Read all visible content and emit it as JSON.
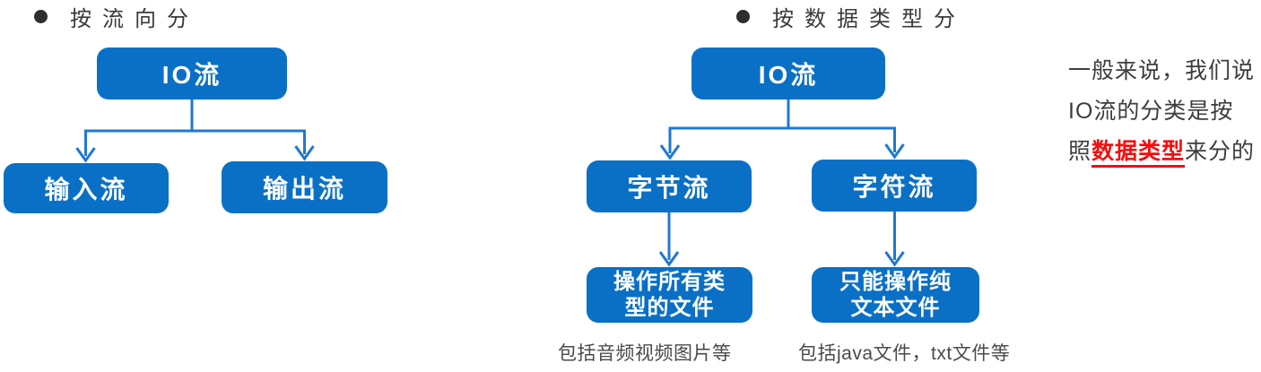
{
  "colors": {
    "node_blue": "#0a70c6",
    "connector_blue": "#1f78d4",
    "heading_text": "#3a3a3a",
    "caption_text": "#4a4a4a",
    "note_text": "#3d3d3d",
    "highlight_red": "#f50d0d",
    "node_text": "#ffffff"
  },
  "left_section": {
    "heading": "按流向分",
    "root_label": "IO流",
    "children": [
      "输入流",
      "输出流"
    ]
  },
  "right_section": {
    "heading": "按数据类型分",
    "root_label": "IO流",
    "children": [
      "字节流",
      "字符流"
    ],
    "leaf_nodes": [
      {
        "lines": [
          "操作所有类",
          "型的文件"
        ]
      },
      {
        "lines": [
          "只能操作纯",
          "文本文件"
        ]
      }
    ],
    "captions": [
      "包括音频视频图片等",
      "包括java文件，txt文件等"
    ]
  },
  "note": {
    "line1": "一般来说，我们说",
    "line2": "IO流的分类是按",
    "line3_prefix": "照",
    "line3_highlight": "数据类型",
    "line3_suffix": "来分的"
  }
}
